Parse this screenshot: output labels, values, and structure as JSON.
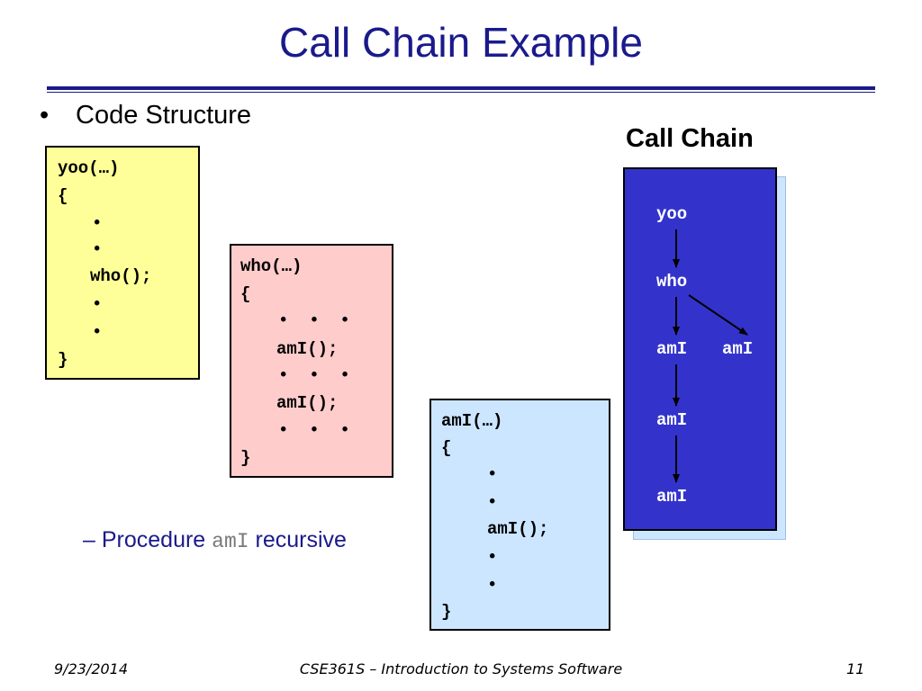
{
  "slide": {
    "title": "Call Chain Example",
    "bullet": "Code Structure",
    "bullet_mark": "•",
    "sub_bullet": {
      "dash": "–",
      "prefix": "Procedure",
      "code": "amI",
      "suffix": "recursive"
    }
  },
  "code_boxes": {
    "yoo": {
      "lines": [
        "yoo(…)",
        "{",
        "•",
        "•",
        "who();",
        "•",
        "•",
        "}"
      ],
      "color": "#ffff99"
    },
    "who": {
      "lines": [
        "who(…)",
        "{",
        "•  •  •",
        "amI();",
        "•  •  •",
        "amI();",
        "•  •  •",
        "}"
      ],
      "color": "#ffcccc"
    },
    "amI": {
      "lines": [
        "amI(…)",
        "{",
        "•",
        "•",
        "amI();",
        "•",
        "•",
        "}"
      ],
      "color": "#cce6ff"
    }
  },
  "call_chain": {
    "label": "Call Chain",
    "background": "#3333cc",
    "nodes": [
      "yoo",
      "who",
      "amI",
      "amI",
      "amI",
      "amI"
    ],
    "edges": [
      {
        "from": 0,
        "to": 1
      },
      {
        "from": 1,
        "to": 2
      },
      {
        "from": 1,
        "to": 3
      },
      {
        "from": 2,
        "to": 4
      },
      {
        "from": 4,
        "to": 5
      }
    ]
  },
  "footer": {
    "date": "9/23/2014",
    "course": "CSE361S – Introduction to Systems Software",
    "page": "11"
  }
}
